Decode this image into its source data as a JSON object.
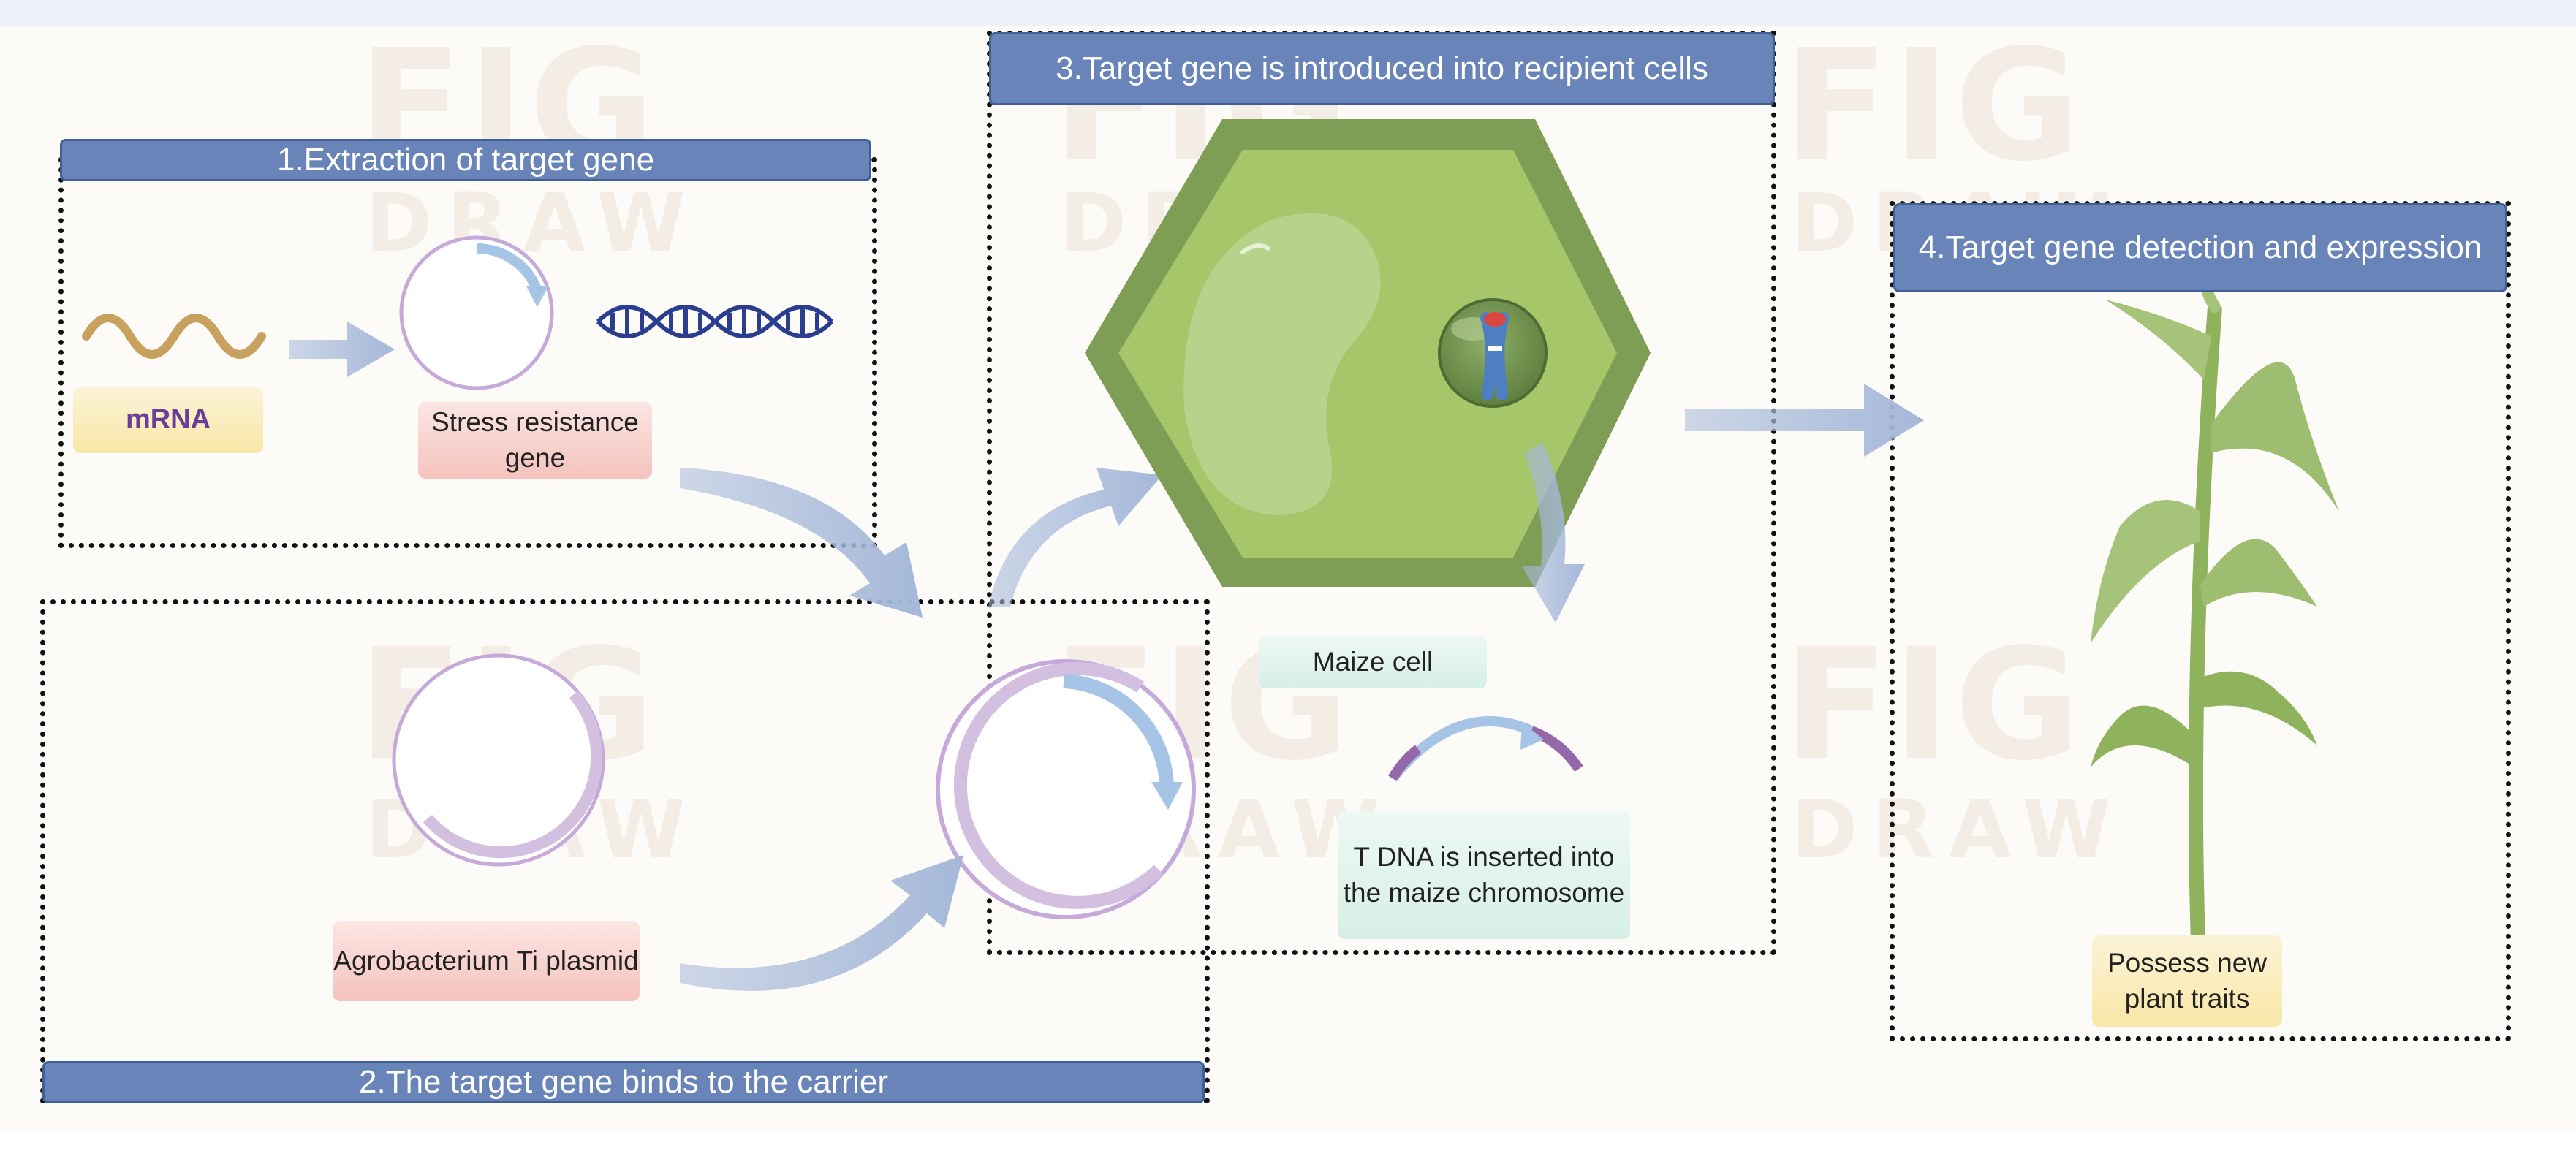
{
  "steps": {
    "step1": {
      "title": "1.Extraction of target gene"
    },
    "step2": {
      "title": "2.The target gene binds to the carrier"
    },
    "step3": {
      "title": "3.Target gene is introduced into recipient cells"
    },
    "step4": {
      "title": "4.Target gene detection and expression"
    }
  },
  "labels": {
    "mrna": "mRNA",
    "stress_gene": "Stress resistance gene",
    "ti_plasmid": "Agrobacterium Ti plasmid",
    "maize_cell": "Maize cell",
    "tdna": "T DNA is inserted into the maize chromosome",
    "new_traits": "Possess new plant traits"
  },
  "watermark": {
    "big": "FIG",
    "small": "DRAW"
  },
  "colors": {
    "header_fill": "#6884b9",
    "arrow": "#a5b8d9",
    "cell_outer": "#7e9d55",
    "cell_inner": "#a6c66a",
    "plant": "#8fb35c",
    "plasmid": "#c9b2d7",
    "dna": "#2a3d8f"
  }
}
